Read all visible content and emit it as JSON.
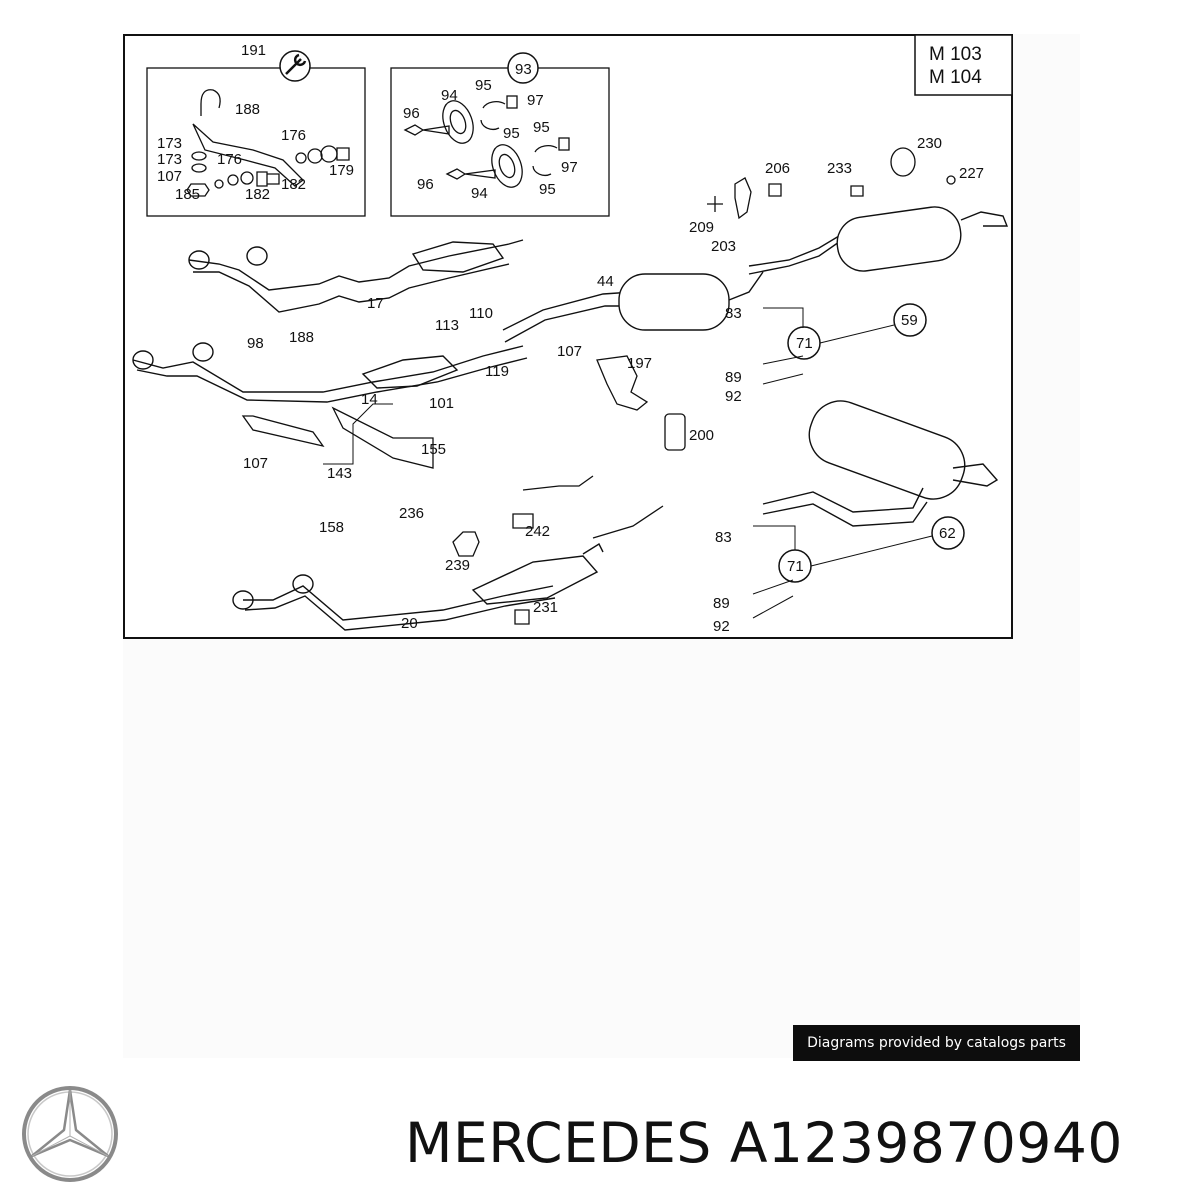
{
  "diagram": {
    "engine_labels": [
      "M 103",
      "M 104"
    ],
    "part_numbers": [
      "191",
      "188",
      "173",
      "173",
      "176",
      "176",
      "107",
      "185",
      "182",
      "182",
      "179",
      "93",
      "96",
      "94",
      "95",
      "97",
      "95",
      "95",
      "96",
      "94",
      "95",
      "97",
      "206",
      "233",
      "230",
      "227",
      "209",
      "203",
      "17",
      "44",
      "98",
      "188",
      "113",
      "110",
      "107",
      "119",
      "83",
      "71",
      "59",
      "89",
      "92",
      "197",
      "14",
      "101",
      "200",
      "107",
      "143",
      "155",
      "158",
      "236",
      "242",
      "239",
      "83",
      "71",
      "62",
      "89",
      "92",
      "20",
      "231"
    ]
  },
  "credit": {
    "text": "Diagrams provided by catalogs parts"
  },
  "logo": {
    "icon": "mercedes-star-icon"
  },
  "title": {
    "text": "MERCEDES A1239870940"
  }
}
